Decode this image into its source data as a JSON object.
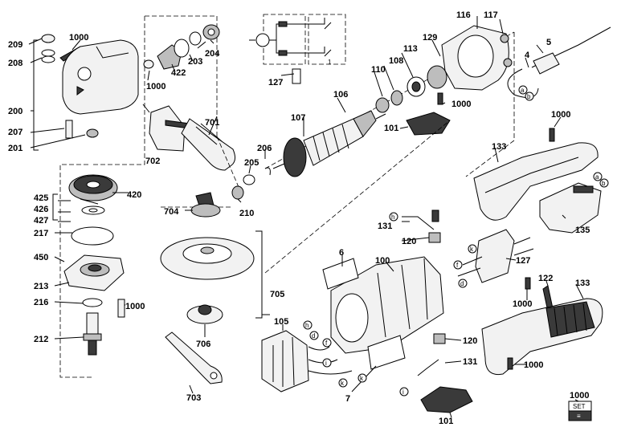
{
  "labels": {
    "l209": "209",
    "l1000a": "1000",
    "l208": "208",
    "l200": "200",
    "l207": "207",
    "l201": "201",
    "l1000b": "1000",
    "l422": "422",
    "l203": "203",
    "l204": "204",
    "l701": "701",
    "l702": "702",
    "l127a": "127",
    "l116": "116",
    "l117": "117",
    "l5": "5",
    "l4": "4",
    "l129": "129",
    "l106": "106",
    "l113": "113",
    "l108": "108",
    "l110": "110",
    "l107": "107",
    "l1000c": "1000",
    "l101a": "101",
    "l1000d": "1000",
    "l133a": "133",
    "l206": "206",
    "l205": "205",
    "l210": "210",
    "l425": "425",
    "l426": "426",
    "l427": "427",
    "l420": "420",
    "l704": "704",
    "l217": "217",
    "l450": "450",
    "l213": "213",
    "l216": "216",
    "l1000e": "1000",
    "l131a": "131",
    "l120a": "120",
    "l135": "135",
    "l127b": "127",
    "l122": "122",
    "l133b": "133",
    "l1000f": "1000",
    "l6": "6",
    "l100": "100",
    "l705": "705",
    "l212": "212",
    "l706": "706",
    "l105": "105",
    "l7": "7",
    "l120b": "120",
    "l131b": "131",
    "l1000g": "1000",
    "l703": "703",
    "l101b": "101",
    "l1000h": "1000"
  },
  "connector_letters": {
    "a1": "a",
    "b1": "b",
    "a2": "a",
    "b2": "b",
    "h1": "h",
    "k1": "k",
    "f1": "f",
    "d1": "d",
    "h2": "h",
    "d2": "d",
    "f2": "f",
    "i1": "i",
    "k2": "k",
    "k3": "k",
    "i2": "i"
  },
  "circuit_label": "1",
  "badge": {
    "top": "SET",
    "bottom": "≡"
  }
}
